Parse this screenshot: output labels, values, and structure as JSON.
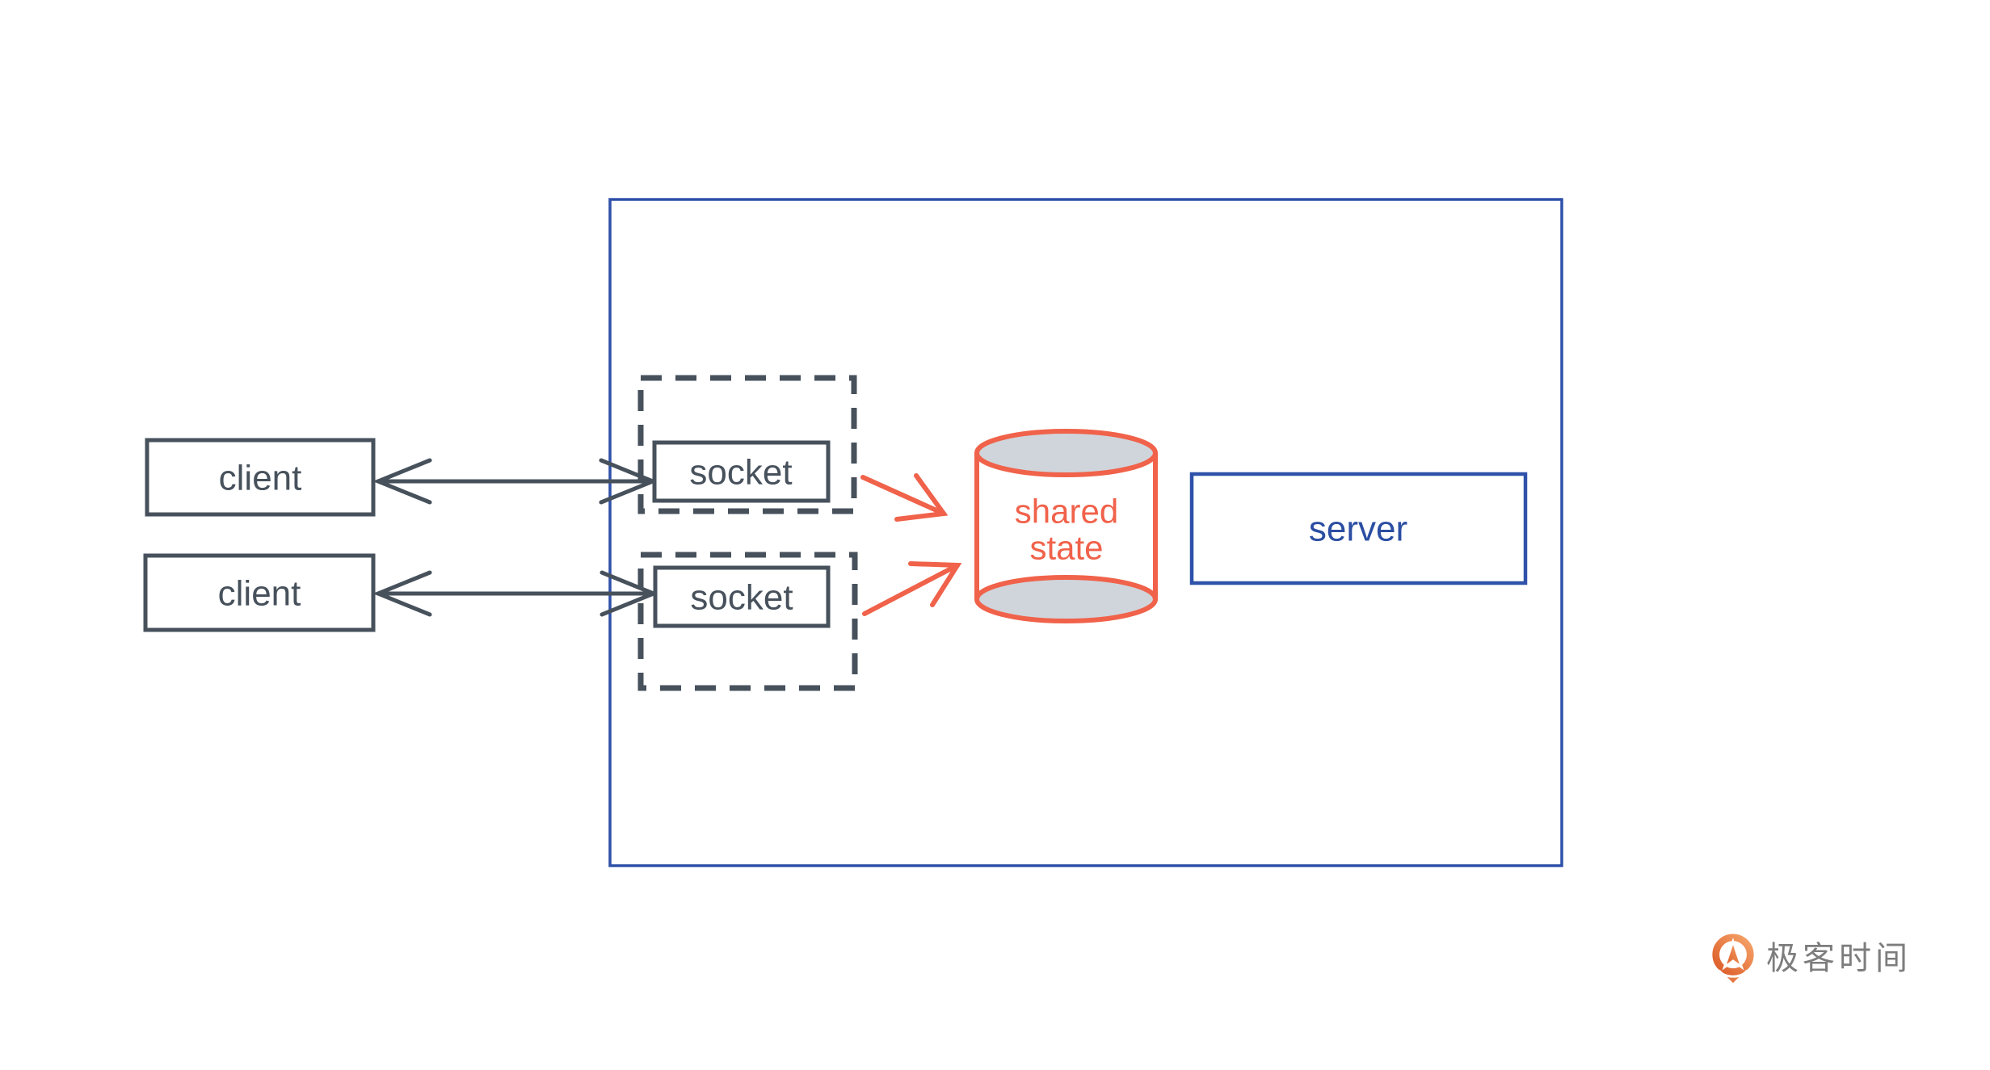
{
  "diagram": {
    "clients": [
      {
        "label": "client"
      },
      {
        "label": "client"
      }
    ],
    "sockets": [
      {
        "label": "socket"
      },
      {
        "label": "socket"
      }
    ],
    "shared_state": {
      "line1": "shared",
      "line2": "state"
    },
    "server": {
      "label": "server"
    }
  },
  "branding": {
    "logo_icon": "geektime-q-pin-icon",
    "logo_text": "极客时间"
  },
  "colors": {
    "boundary_blue": "#2E51A9",
    "server_text_blue": "#2B4EA2",
    "node_slate": "#47515C",
    "accent_orange": "#F0624A",
    "cylinder_fill_gray": "#D0D5DB",
    "logo_orange_light": "#F5A469",
    "logo_orange_dark": "#DC5B28",
    "logo_text_gray": "#7D7D7D",
    "background": "#FFFFFF"
  }
}
